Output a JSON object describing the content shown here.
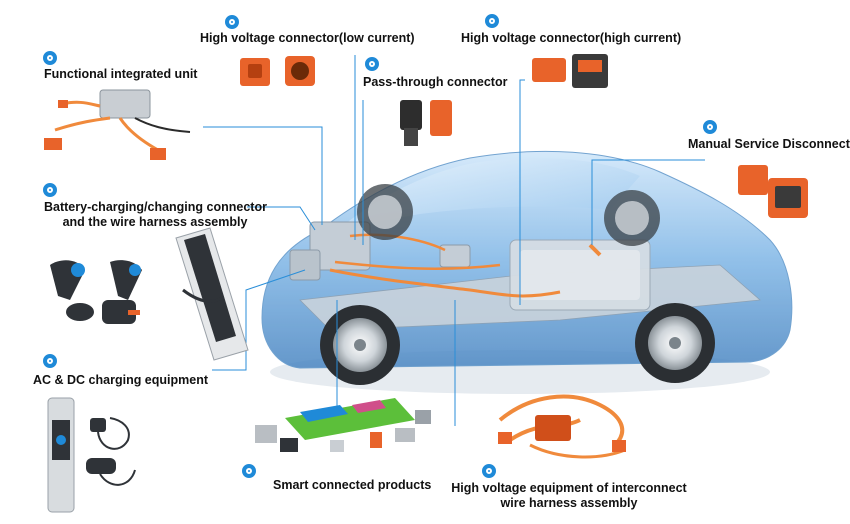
{
  "labels": {
    "functional_unit": "Functional integrated unit",
    "hv_low": "High voltage connector(low current)",
    "hv_high": "High voltage connector(high current)",
    "pass_through": "Pass-through connector",
    "manual_service": "Manual Service Disconnect",
    "battery_line1": "Battery-charging/changing connector",
    "battery_line2": "and the wire harness assembly",
    "ac_dc": "AC & DC charging equipment",
    "smart": "Smart connected products",
    "hv_interconnect_line1": "High voltage equipment of interconnect",
    "hv_interconnect_line2": "wire harness assembly"
  },
  "colors": {
    "marker": "#1f8ad8",
    "leader": "#2a8ed8",
    "car_body": "#7fb6e6",
    "connector_orange": "#e8632a",
    "cable_orange": "#f08a3c"
  }
}
